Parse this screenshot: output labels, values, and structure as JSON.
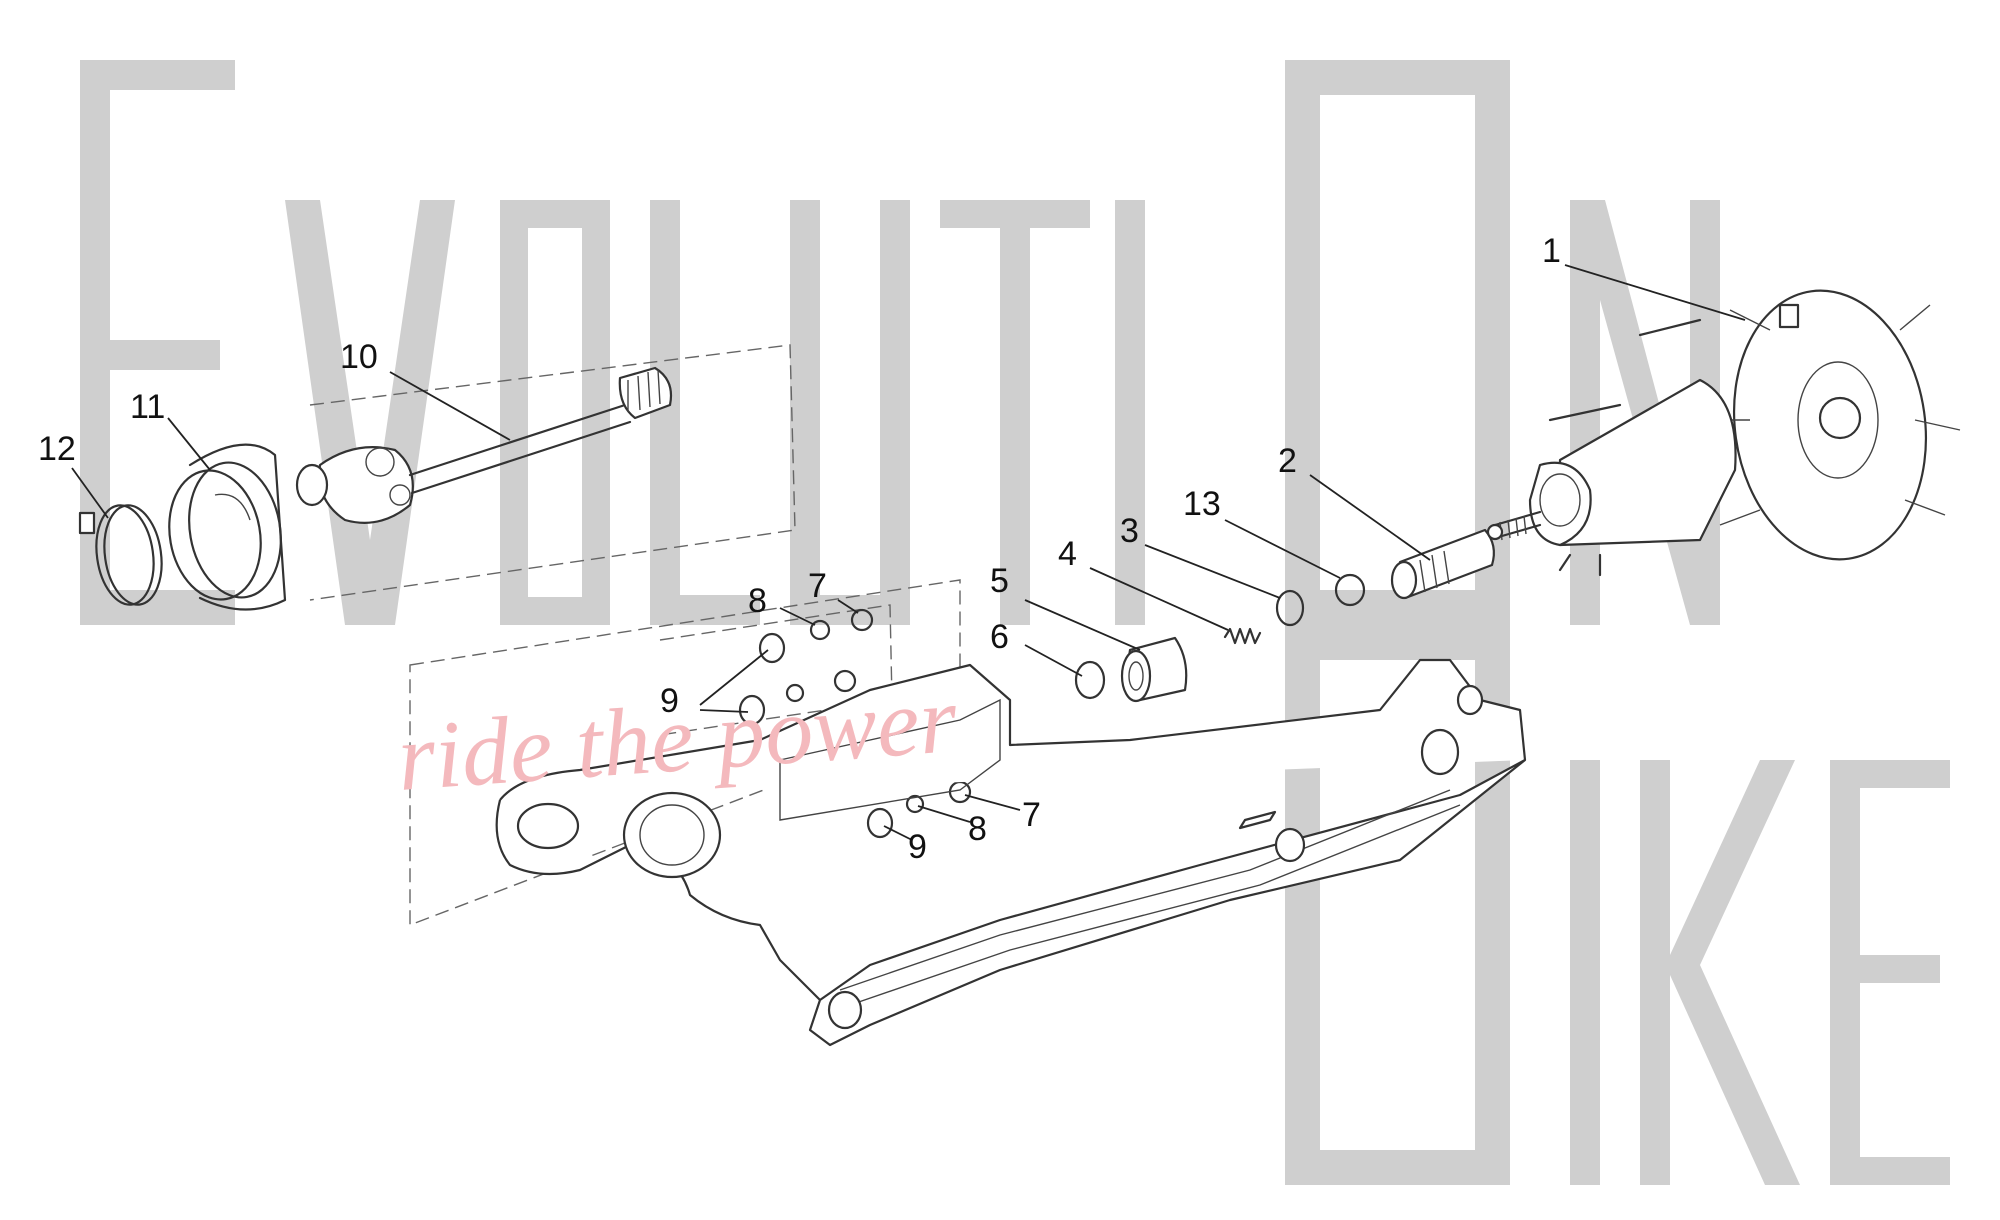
{
  "watermark": {
    "brand_line1": "EvolutiOn",
    "brand_line2": "Bike",
    "tagline": "ride the power"
  },
  "callouts": [
    {
      "id": "1",
      "label": "1"
    },
    {
      "id": "2",
      "label": "2"
    },
    {
      "id": "3",
      "label": "3"
    },
    {
      "id": "4",
      "label": "4"
    },
    {
      "id": "5",
      "label": "5"
    },
    {
      "id": "6",
      "label": "6"
    },
    {
      "id": "7a",
      "label": "7"
    },
    {
      "id": "7b",
      "label": "7"
    },
    {
      "id": "8a",
      "label": "8"
    },
    {
      "id": "8b",
      "label": "8"
    },
    {
      "id": "9a",
      "label": "9"
    },
    {
      "id": "9b",
      "label": "9"
    },
    {
      "id": "10",
      "label": "10"
    },
    {
      "id": "11",
      "label": "11"
    },
    {
      "id": "12",
      "label": "12"
    },
    {
      "id": "13",
      "label": "13"
    }
  ]
}
